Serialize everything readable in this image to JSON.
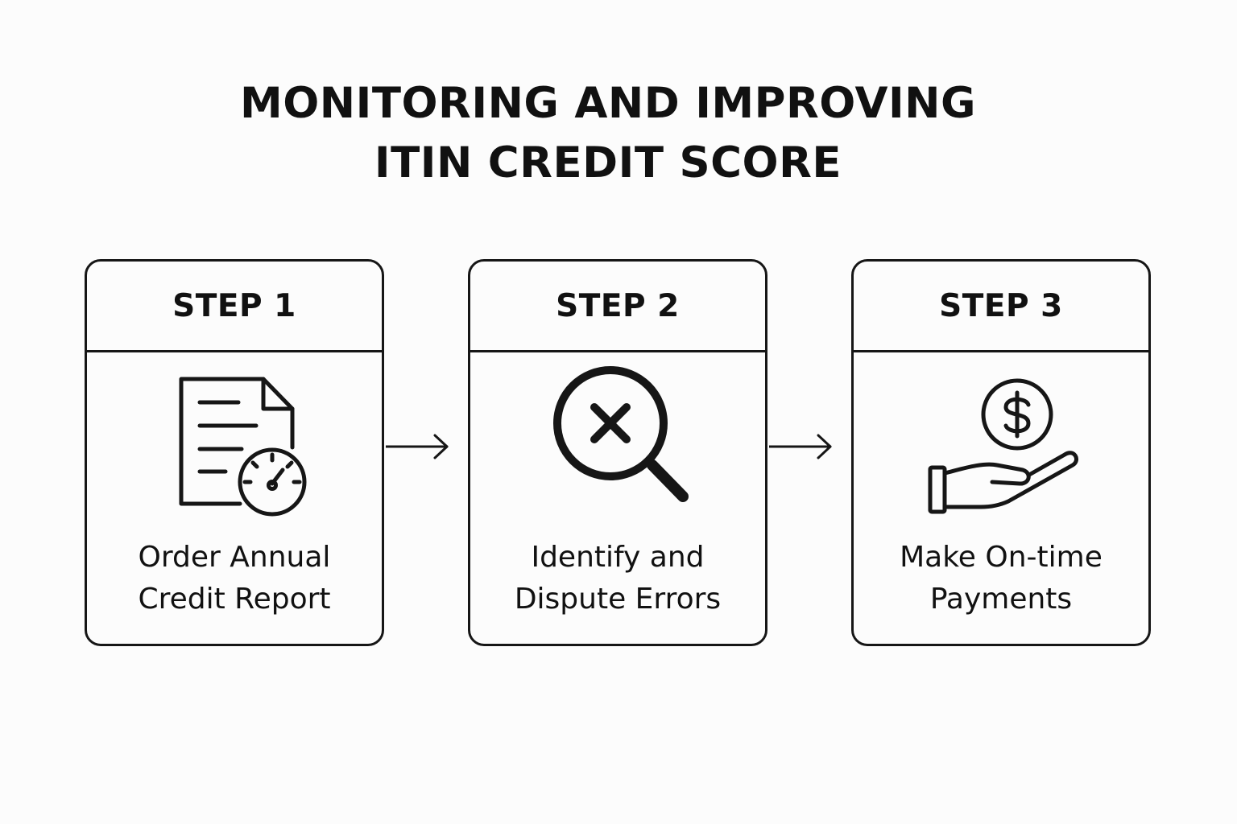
{
  "title": {
    "line1": "MONITORING AND IMPROVING",
    "line2": "ITIN CREDIT SCORE"
  },
  "steps": [
    {
      "header": "STEP 1",
      "icon": "credit-report-gauge-icon",
      "label_line1": "Order Annual",
      "label_line2": "Credit Report"
    },
    {
      "header": "STEP 2",
      "icon": "magnifier-x-icon",
      "label_line1": "Identify and",
      "label_line2": "Dispute Errors"
    },
    {
      "header": "STEP 3",
      "icon": "hand-dollar-coin-icon",
      "label_line1": "Make On-time",
      "label_line2": "Payments"
    }
  ],
  "colors": {
    "stroke": "#161616",
    "background": "#fcfcfc"
  }
}
